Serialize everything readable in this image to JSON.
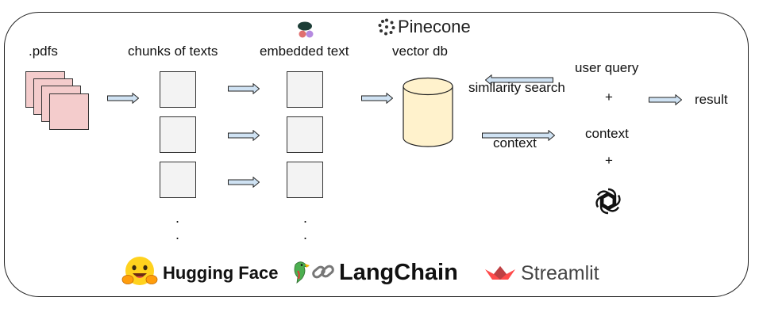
{
  "labels": {
    "pdfs": ".pdfs",
    "chunks": "chunks of texts",
    "embedded": "embedded text",
    "vectordb": "vector db",
    "user_query": "user query",
    "similarity": "similarity search",
    "plus": "+",
    "context": "context",
    "result": "result",
    "dot": "."
  },
  "brands": {
    "pinecone": "Pinecone",
    "huggingface": "Hugging Face",
    "langchain": "LangChain",
    "streamlit": "Streamlit"
  },
  "icons": [
    "pinecone-logo-icon",
    "pinecone-cluster-icon",
    "database-cylinder-icon",
    "openai-logo-icon",
    "hugging-face-emoji-icon",
    "parrot-icon",
    "chain-link-icon",
    "streamlit-crown-icon"
  ],
  "colors": {
    "pdf_fill": "#f4cccc",
    "chunk_fill": "#f3f3f3",
    "db_fill": "#fff2cc",
    "streamlit_red": "#ff4b4b",
    "pinecone_purple": "#b58ae0",
    "pinecone_green": "#1c3d36"
  }
}
